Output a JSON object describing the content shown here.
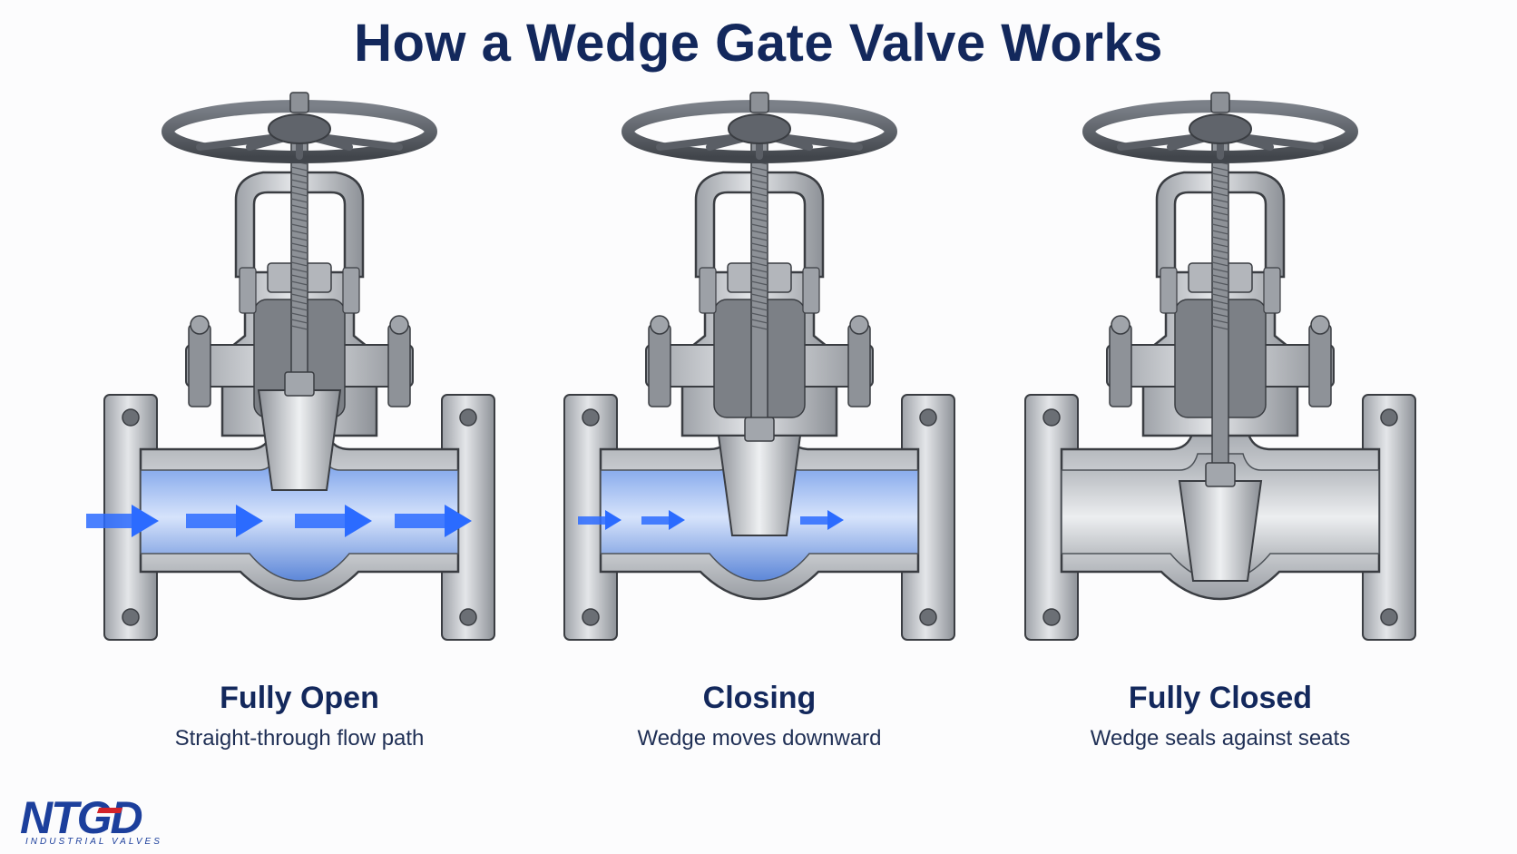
{
  "title": "How a Wedge Gate Valve Works",
  "colors": {
    "title": "#13285c",
    "flow": "#2b6bff",
    "metal": "#c7cacf",
    "wheel": "#555a61",
    "logo_blue": "#1c3f9c",
    "logo_red": "#d3232a"
  },
  "valves": [
    {
      "state": "open",
      "label": "Fully Open",
      "description": "Straight-through flow path",
      "wedge_position_fraction": 0.0
    },
    {
      "state": "closing",
      "label": "Closing",
      "description": "Wedge moves downward",
      "wedge_position_fraction": 0.5
    },
    {
      "state": "closed",
      "label": "Fully Closed",
      "description": "Wedge seals against seats",
      "wedge_position_fraction": 1.0
    }
  ],
  "logo": {
    "text": "NTGD",
    "subtitle": "INDUSTRIAL VALVES"
  }
}
